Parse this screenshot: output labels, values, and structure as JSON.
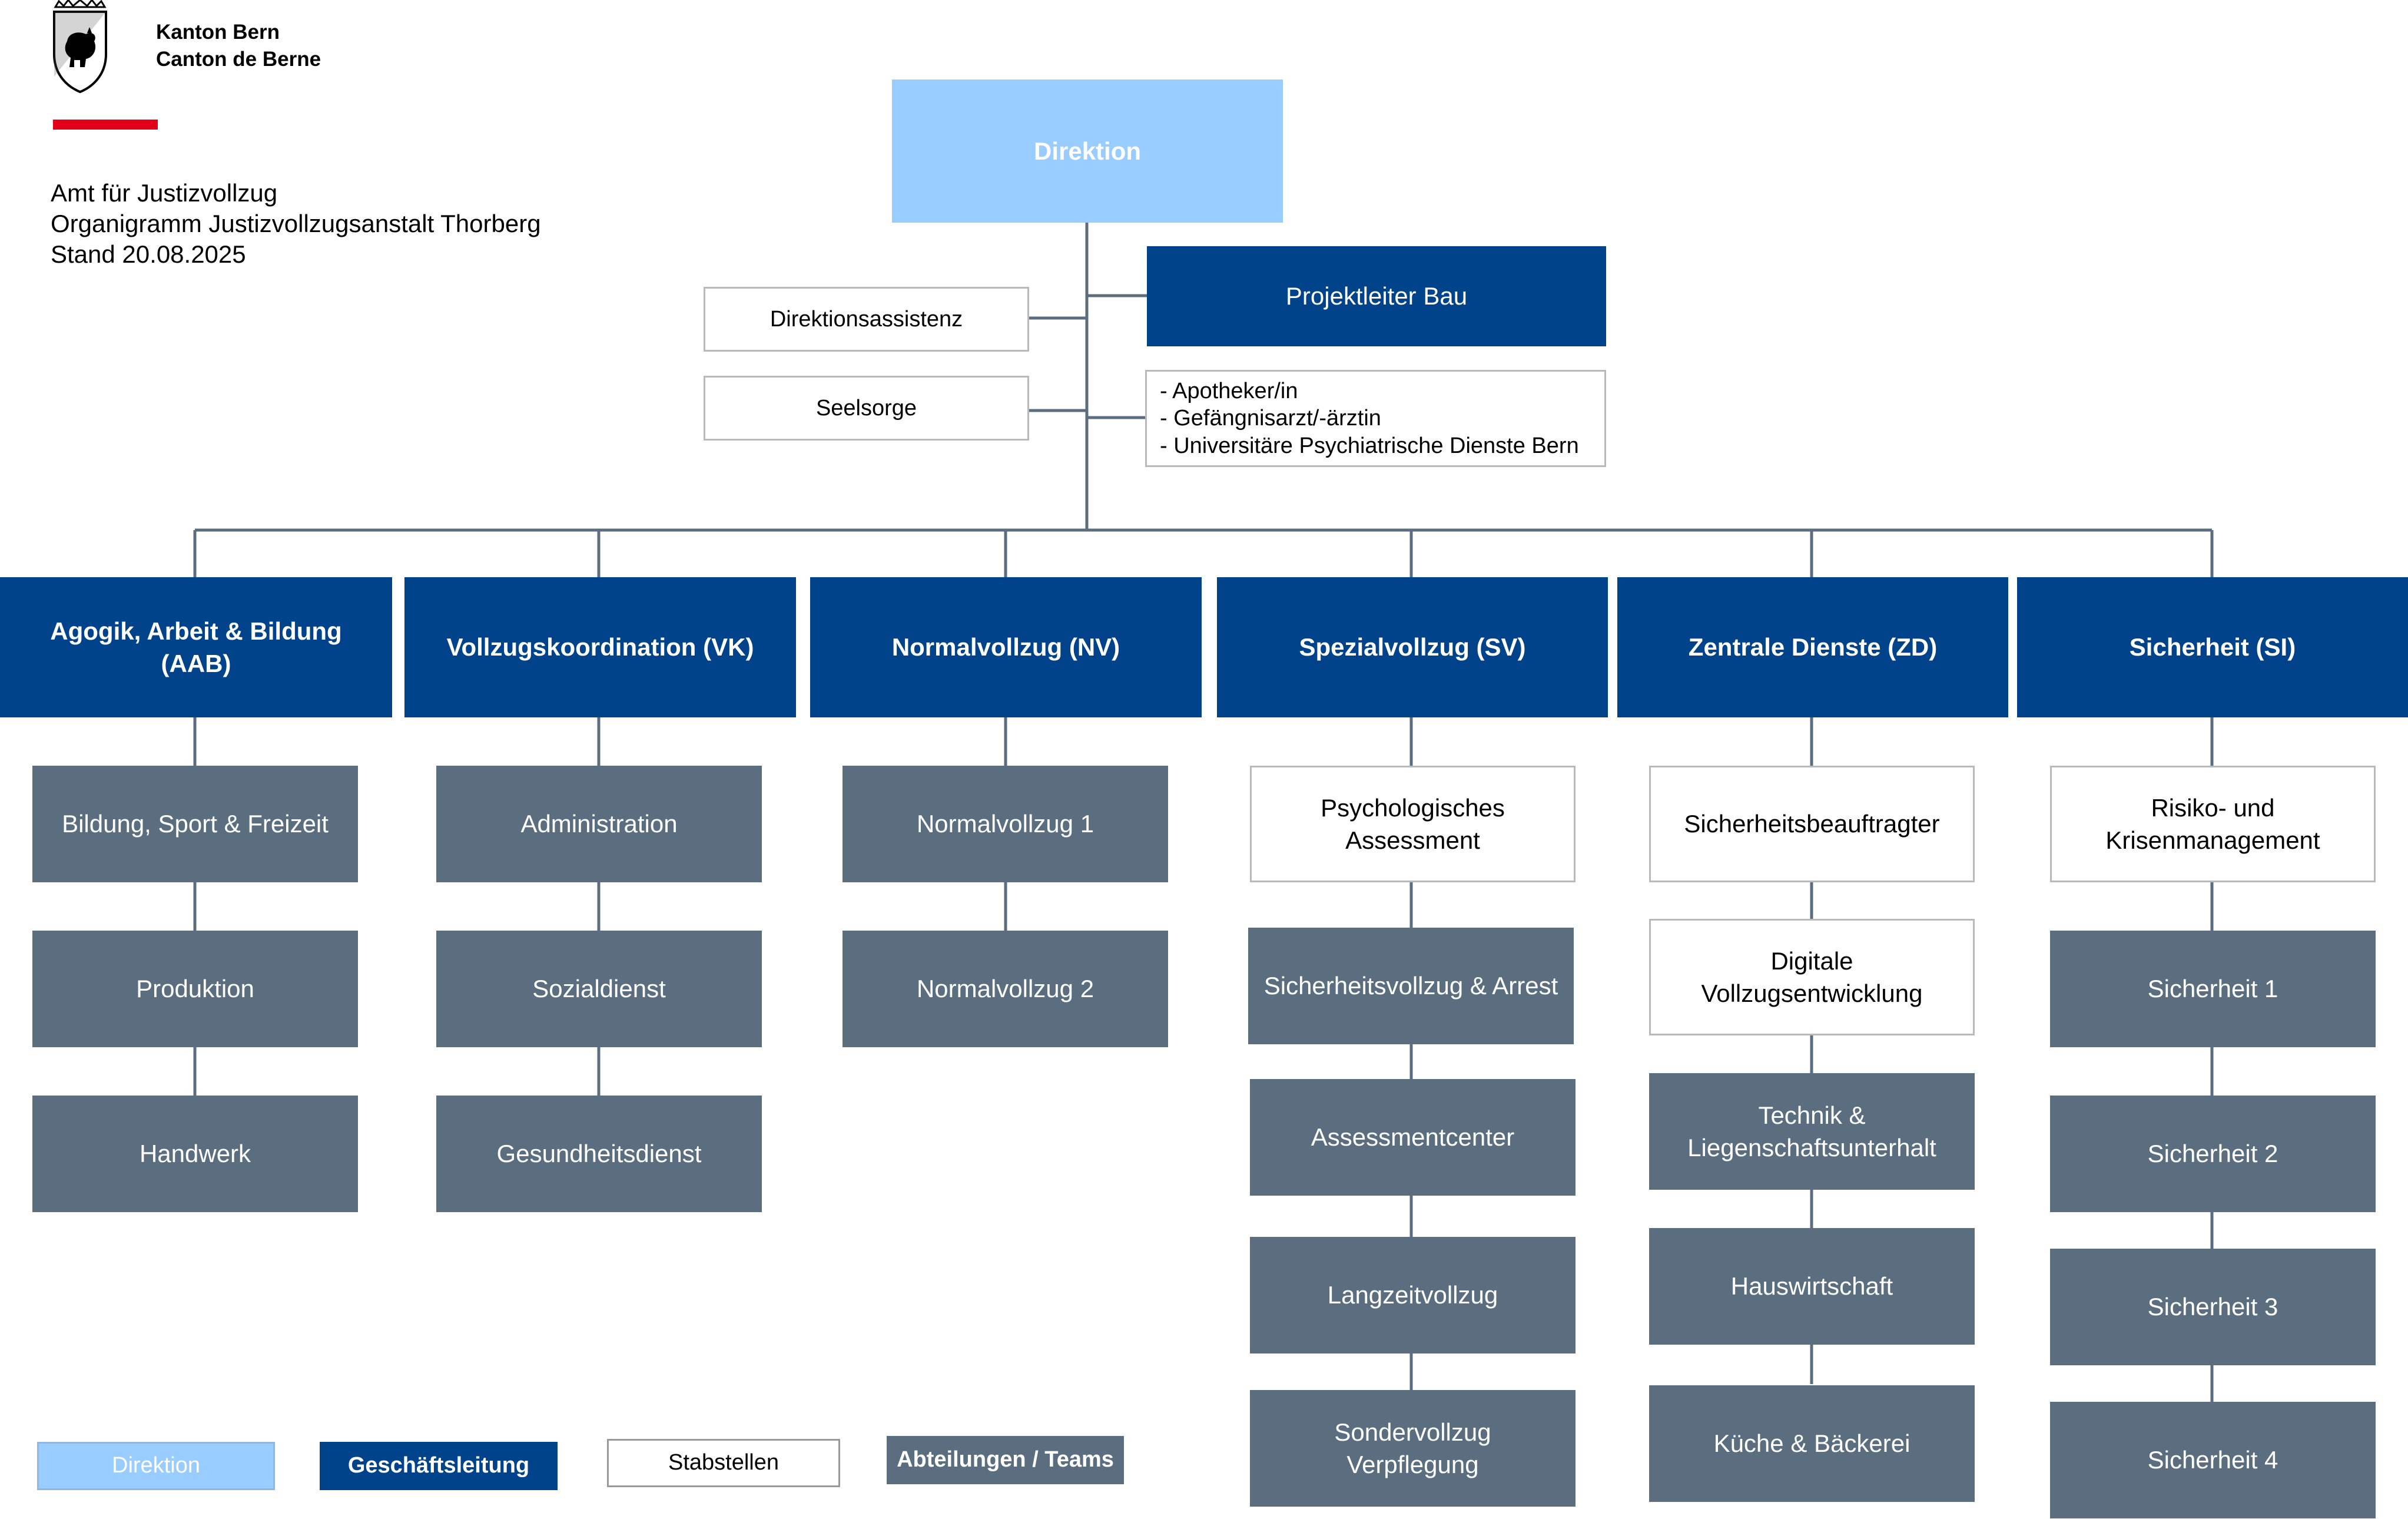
{
  "header": {
    "org_name": "Kanton Bern\nCanton de Berne",
    "title_lines": "Amt für Justizvollzug\nOrganigramm Justizvollzugsanstalt Thorberg\nStand 20.08.2025"
  },
  "colors": {
    "direktion": "#99ccff",
    "geschaeftsleitung": "#00438b",
    "teams": "#5b6e80",
    "stabstellen": "#ffffff",
    "lines": "#5b6e80",
    "accent_red": "#e3001b"
  },
  "top": {
    "direktion": "Direktion",
    "projektleiter": "Projektleiter Bau",
    "direktionsassistenz": "Direktionsassistenz",
    "seelsorge": "Seelsorge",
    "dienste": "- Apotheker/in\n- Gefängnisarzt/-ärztin\n- Universitäre Psychiatrische Dienste Bern"
  },
  "departments": [
    {
      "name": "Agogik, Arbeit & Bildung\n(AAB)",
      "units": [
        {
          "label": "Bildung, Sport & Freizeit",
          "kind": "team"
        },
        {
          "label": "Produktion",
          "kind": "team"
        },
        {
          "label": "Handwerk",
          "kind": "team"
        }
      ]
    },
    {
      "name": "Vollzugskoordination (VK)",
      "units": [
        {
          "label": "Administration",
          "kind": "team"
        },
        {
          "label": "Sozialdienst",
          "kind": "team"
        },
        {
          "label": "Gesundheitsdienst",
          "kind": "team"
        }
      ]
    },
    {
      "name": "Normalvollzug (NV)",
      "units": [
        {
          "label": "Normalvollzug 1",
          "kind": "team"
        },
        {
          "label": "Normalvollzug 2",
          "kind": "team"
        }
      ]
    },
    {
      "name": "Spezialvollzug (SV)",
      "units": [
        {
          "label": "Psychologisches\nAssessment",
          "kind": "stab"
        },
        {
          "label": "Sicherheitsvollzug & Arrest",
          "kind": "team"
        },
        {
          "label": "Assessmentcenter",
          "kind": "team"
        },
        {
          "label": "Langzeitvollzug",
          "kind": "team"
        },
        {
          "label": "Sondervollzug\nVerpflegung",
          "kind": "team"
        }
      ]
    },
    {
      "name": "Zentrale Dienste (ZD)",
      "units": [
        {
          "label": "Sicherheitsbeauftragter",
          "kind": "stab"
        },
        {
          "label": "Digitale\nVollzugsentwicklung",
          "kind": "stab"
        },
        {
          "label": "Technik &\nLiegenschaftsunterhalt",
          "kind": "team"
        },
        {
          "label": "Hauswirtschaft",
          "kind": "team"
        },
        {
          "label": "Küche & Bäckerei",
          "kind": "team"
        }
      ]
    },
    {
      "name": "Sicherheit (SI)",
      "units": [
        {
          "label": "Risiko- und\nKrisenmanagement",
          "kind": "stab"
        },
        {
          "label": "Sicherheit 1",
          "kind": "team"
        },
        {
          "label": "Sicherheit 2",
          "kind": "team"
        },
        {
          "label": "Sicherheit 3",
          "kind": "team"
        },
        {
          "label": "Sicherheit 4",
          "kind": "team"
        }
      ]
    }
  ],
  "legend": {
    "direktion": "Direktion",
    "geschaeftsleitung": "Geschäftsleitung",
    "stabstellen": "Stabstellen",
    "teams": "Abteilungen / Teams"
  }
}
